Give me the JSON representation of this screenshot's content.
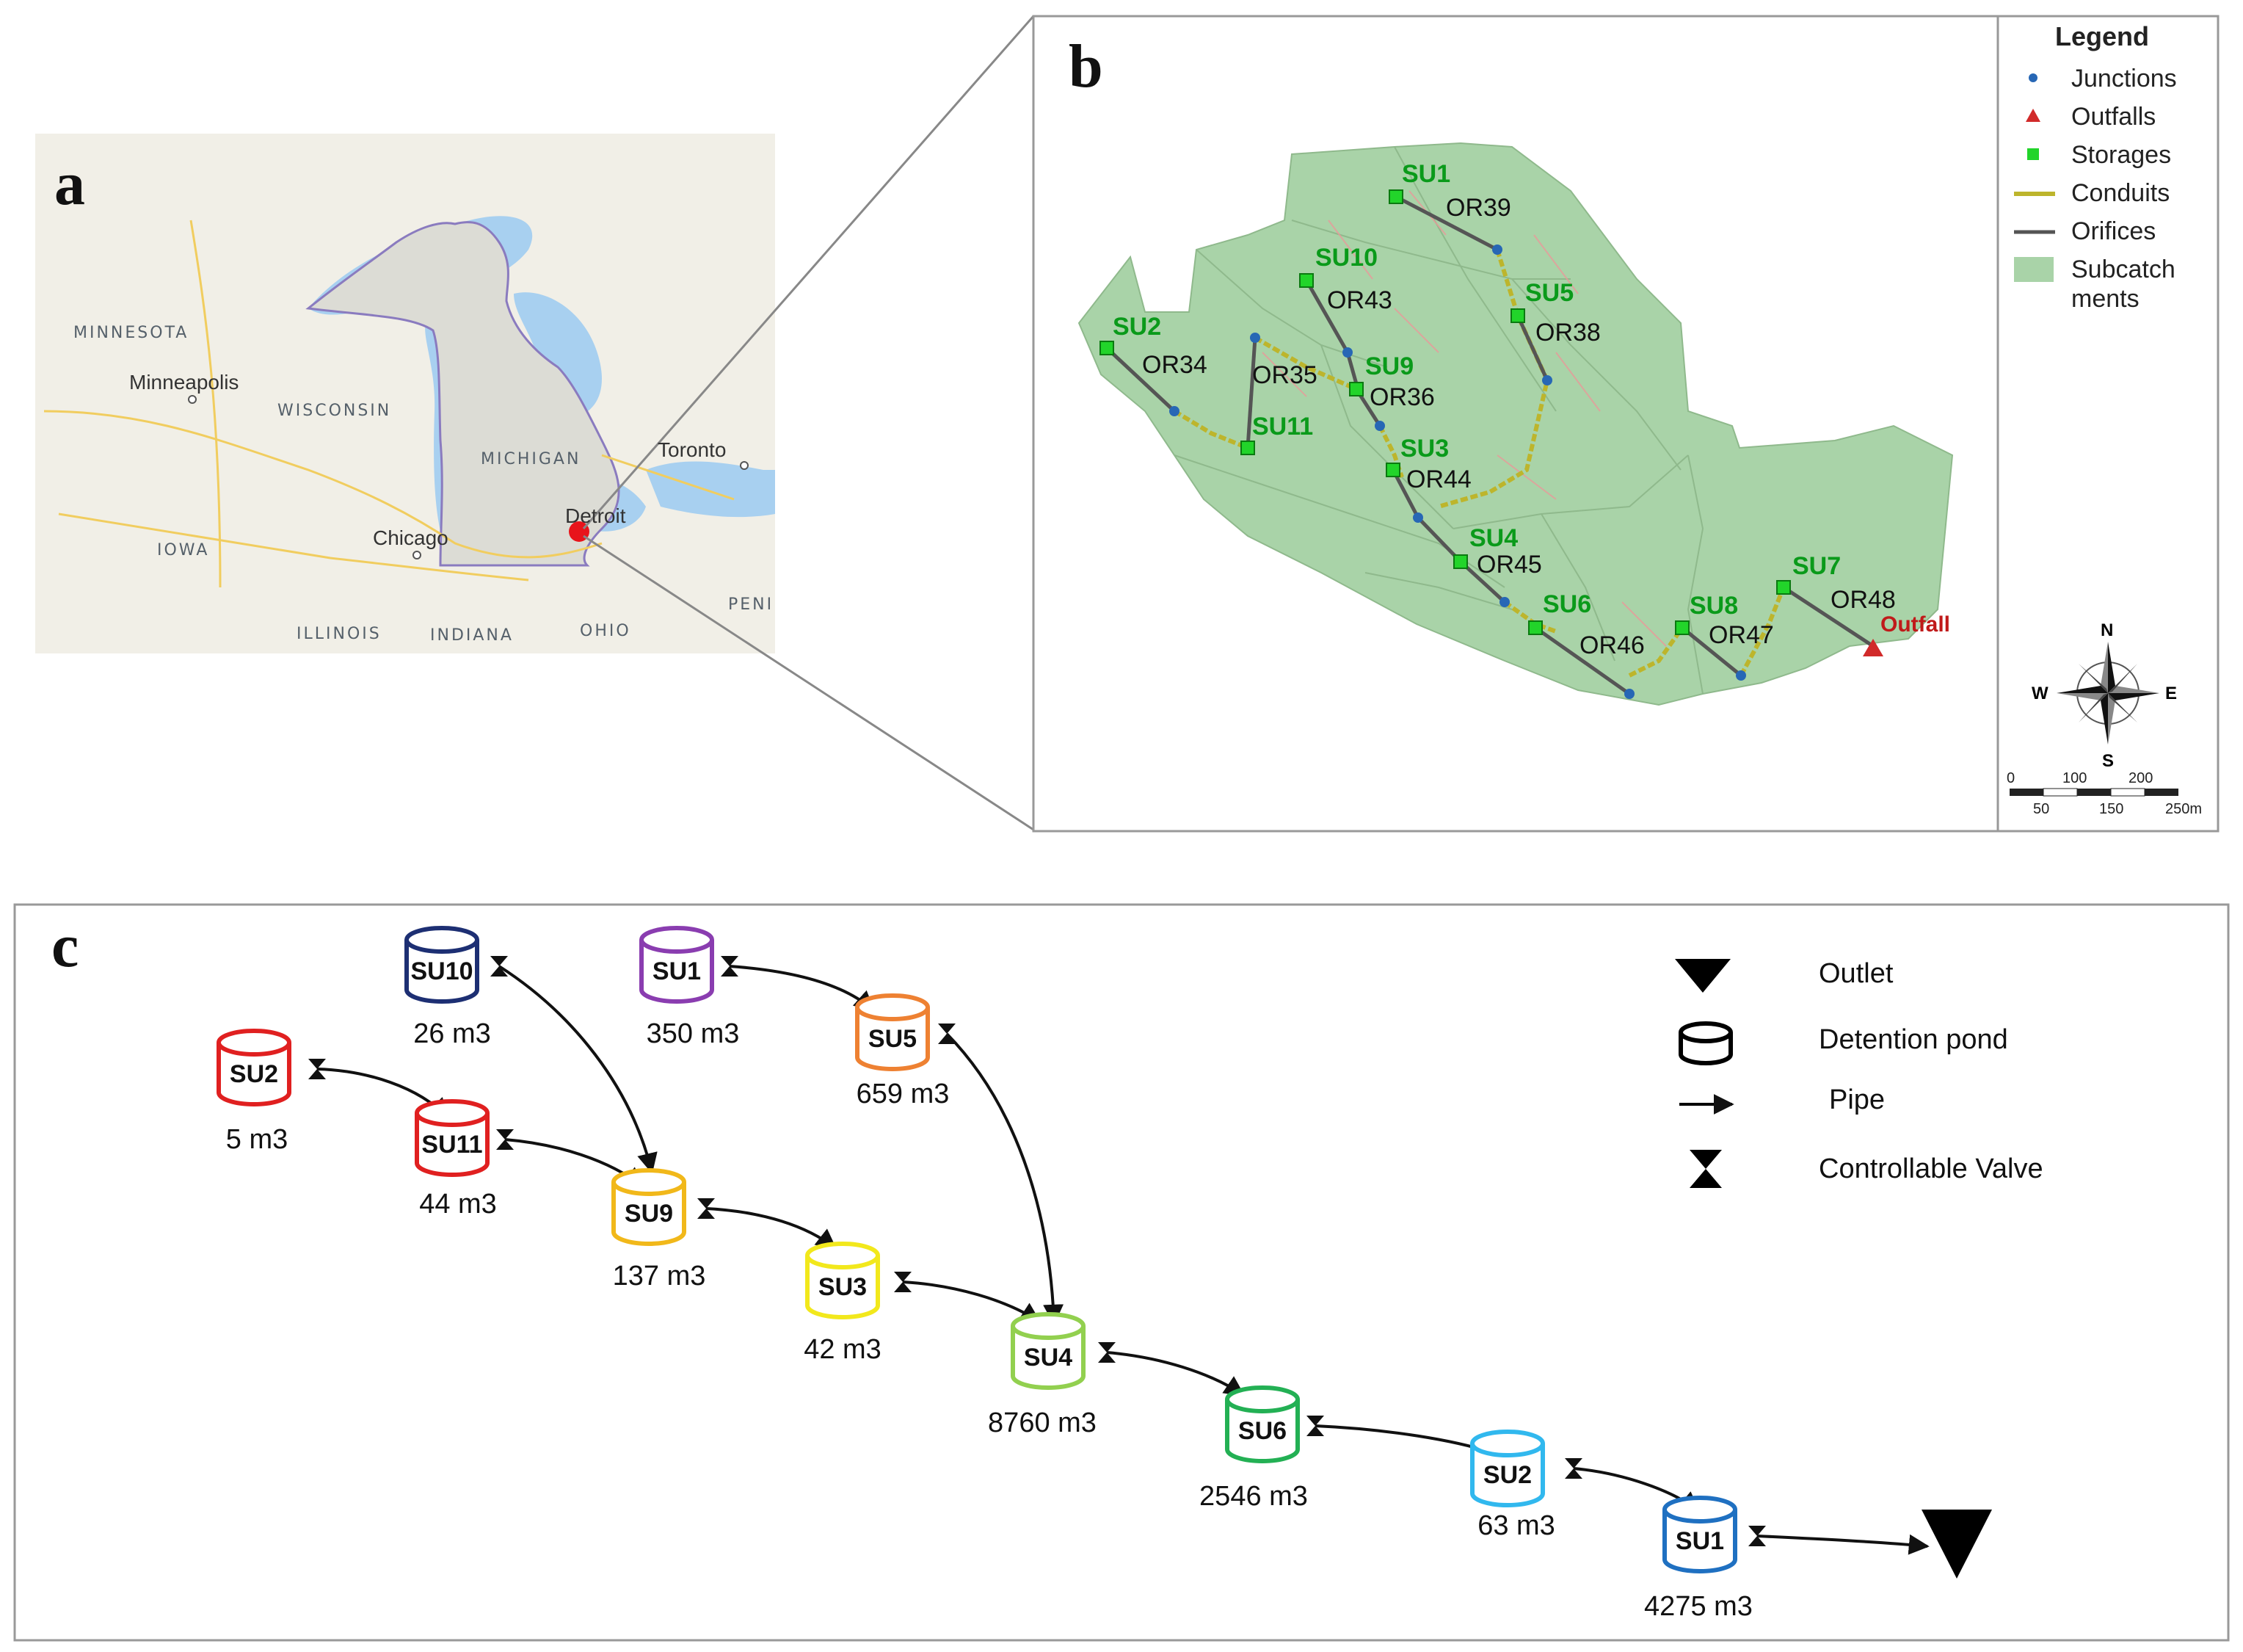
{
  "panel_a": {
    "letter": "a",
    "states": [
      "MINNESOTA",
      "WISCONSIN",
      "MICHIGAN",
      "IOWA",
      "ILLINOIS",
      "INDIANA",
      "OHIO",
      "PENI"
    ],
    "cities": [
      "Minneapolis",
      "Chicago",
      "Detroit",
      "Toronto"
    ],
    "marker_color": "#e8141b"
  },
  "panel_b": {
    "letter": "b",
    "storage_units": [
      "SU1",
      "SU10",
      "SU5",
      "SU2",
      "SU9",
      "SU11",
      "SU3",
      "SU4",
      "SU6",
      "SU8",
      "SU7"
    ],
    "orifices": [
      "OR39",
      "OR43",
      "OR38",
      "OR34",
      "OR35",
      "OR36",
      "OR44",
      "OR45",
      "OR46",
      "OR47",
      "OR48"
    ],
    "outfall_label": "Outfall",
    "legend": {
      "title": "Legend",
      "items": [
        "Junctions",
        "Outfalls",
        "Storages",
        "Conduits",
        "Orifices",
        "Subcatch",
        "ments"
      ]
    },
    "compass": {
      "n": "N",
      "s": "S",
      "e": "E",
      "w": "W"
    },
    "scale": {
      "top": [
        "0",
        "100",
        "200"
      ],
      "bottom": [
        "50",
        "150",
        "250m"
      ]
    },
    "colors": {
      "subcatchment": "#a9d3a8",
      "storage": "#22d42a",
      "junction": "#2767b5",
      "outfall": "#d12a2a",
      "conduit": "#bdb52c",
      "orifice": "#555555"
    }
  },
  "panel_c": {
    "letter": "c",
    "ponds": [
      {
        "label": "SU10",
        "volume": "26 m3",
        "color": "#1d2f73"
      },
      {
        "label": "SU1",
        "volume": "350 m3",
        "color": "#8a3db0"
      },
      {
        "label": "SU5",
        "volume": "659 m3",
        "color": "#ee8132"
      },
      {
        "label": "SU2",
        "volume": "5 m3",
        "color": "#e02020"
      },
      {
        "label": "SU11",
        "volume": "44 m3",
        "color": "#e02020"
      },
      {
        "label": "SU9",
        "volume": "137 m3",
        "color": "#f1b81a"
      },
      {
        "label": "SU3",
        "volume": "42 m3",
        "color": "#f2e81c"
      },
      {
        "label": "SU4",
        "volume": "8760 m3",
        "color": "#92d04f"
      },
      {
        "label": "SU6",
        "volume": "2546 m3",
        "color": "#23b054"
      },
      {
        "label": "SU2",
        "volume": "63 m3",
        "color": "#31b8ee"
      },
      {
        "label": "SU1",
        "volume": "4275 m3",
        "color": "#1f70c1"
      }
    ],
    "legend": [
      "Outlet",
      "Detention pond",
      "Pipe",
      "Controllable Valve"
    ]
  }
}
